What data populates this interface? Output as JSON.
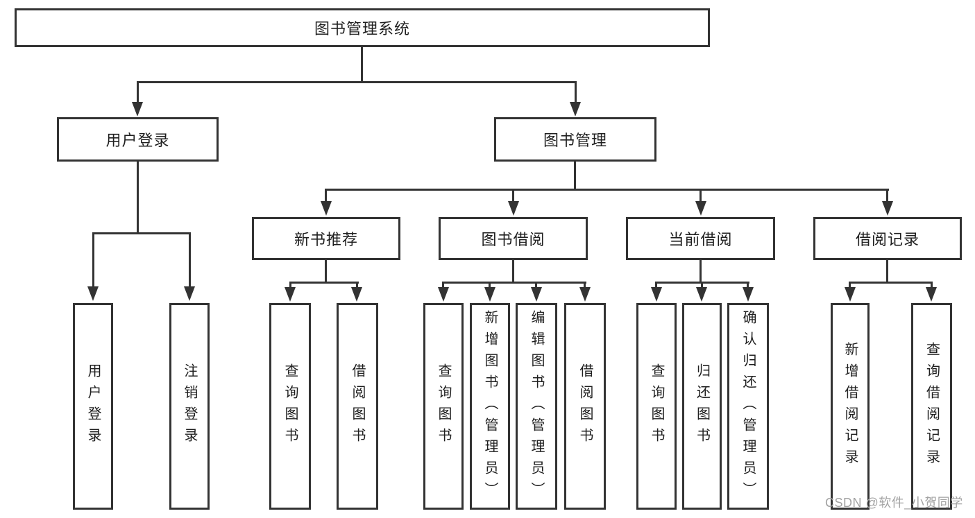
{
  "diagram": {
    "type": "hierarchy-tree",
    "title": "图书管理系统",
    "watermark": "CSDN @软件_小贺同学",
    "colors": {
      "line": "#333333",
      "box_border": "#333333",
      "text": "#1f1f1f",
      "background": "#ffffff",
      "watermark": "#a3a3a3"
    },
    "tree": {
      "root": {
        "label": "图书管理系统",
        "children": [
          {
            "label": "用户登录",
            "children": [
              {
                "label": "用户登录"
              },
              {
                "label": "注销登录"
              }
            ]
          },
          {
            "label": "图书管理",
            "children": [
              {
                "label": "新书推荐",
                "children": [
                  {
                    "label": "查询图书"
                  },
                  {
                    "label": "借阅图书"
                  }
                ]
              },
              {
                "label": "图书借阅",
                "children": [
                  {
                    "label": "查询图书"
                  },
                  {
                    "label": "新增图书（管理员）"
                  },
                  {
                    "label": "编辑图书（管理员）"
                  },
                  {
                    "label": "借阅图书"
                  }
                ]
              },
              {
                "label": "当前借阅",
                "children": [
                  {
                    "label": "查询图书"
                  },
                  {
                    "label": "归还图书"
                  },
                  {
                    "label": "确认归还（管理员）"
                  }
                ]
              },
              {
                "label": "借阅记录",
                "children": [
                  {
                    "label": "新增借阅记录"
                  },
                  {
                    "label": "查询借阅记录"
                  }
                ]
              }
            ]
          }
        ]
      }
    }
  }
}
